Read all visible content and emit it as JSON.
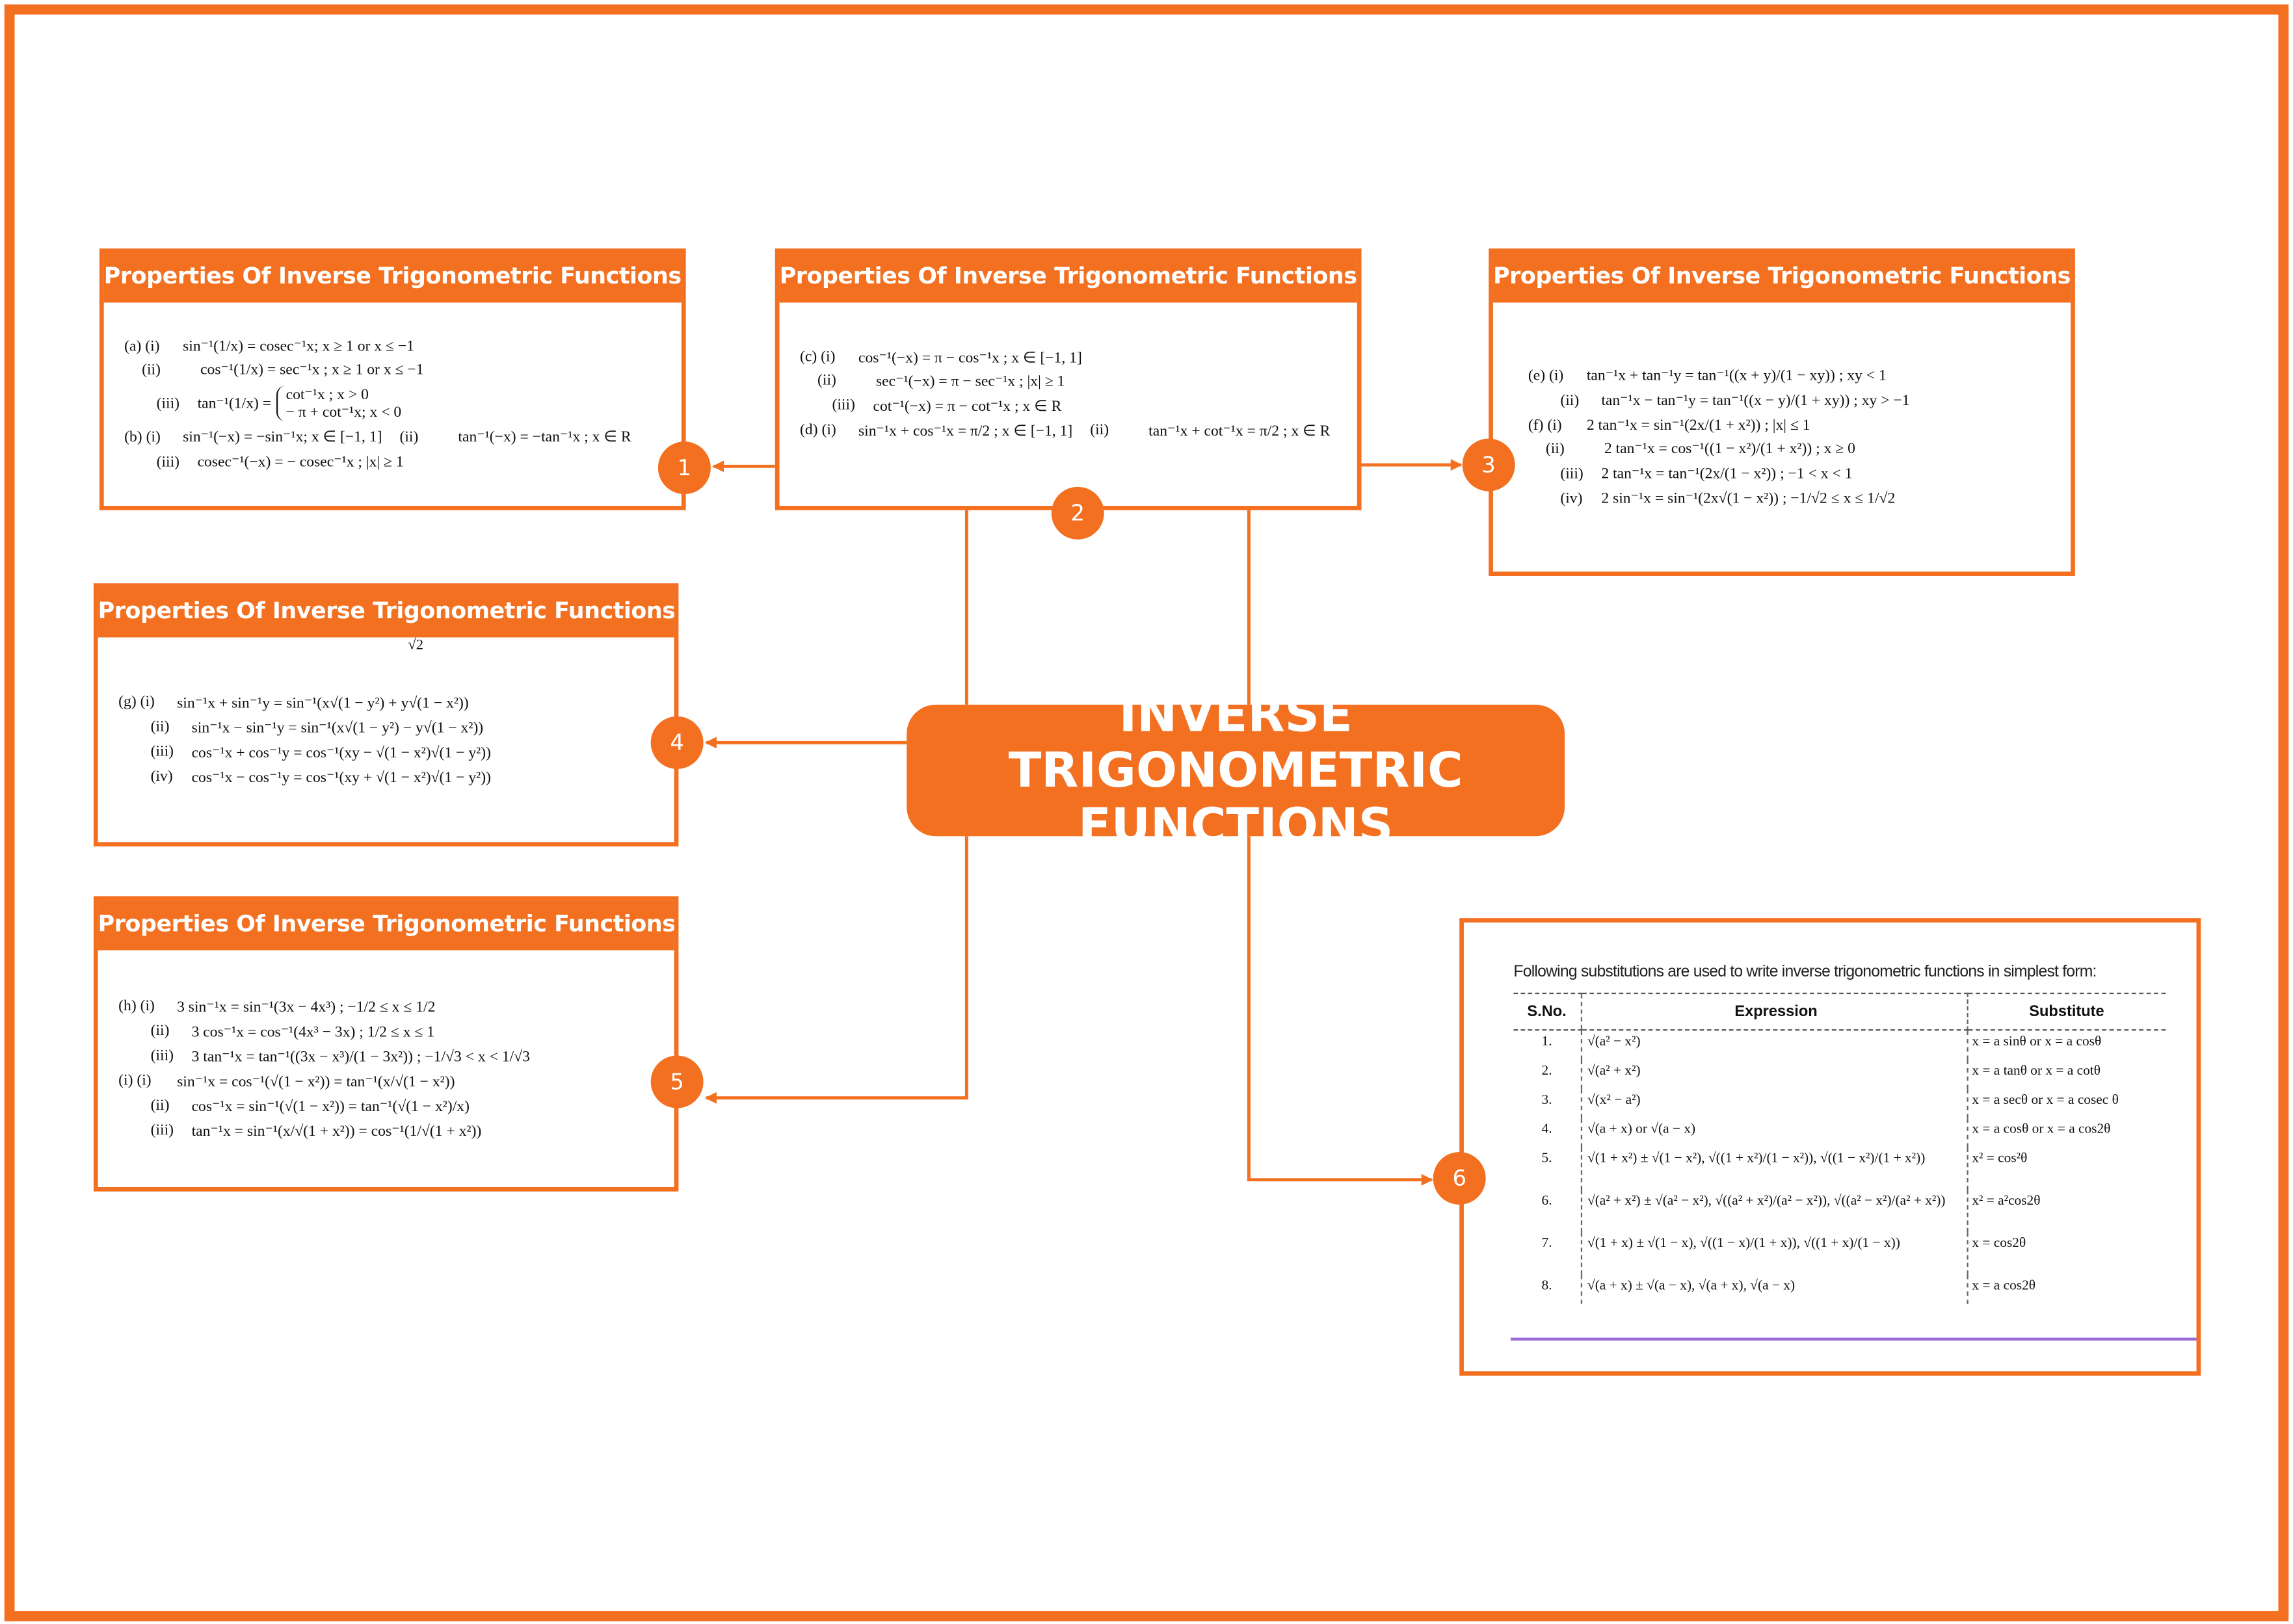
{
  "colors": {
    "accent": "#f37021",
    "line_purple": "#9b6cd6"
  },
  "center_title": "INVERSE TRIGONOMETRIC FUNCTIONS",
  "boxes": [
    {
      "id": "box-1",
      "badge": "1",
      "title": "Properties Of Inverse Trigonometric Functions",
      "rows": [
        [
          {
            "label": "(a) (i)",
            "formula": "sin⁻¹(1/x) = cosec⁻¹x; x ≥ 1 or x ≤ −1"
          },
          {
            "label": "(ii)",
            "formula": "cos⁻¹(1/x) = sec⁻¹x ; x ≥ 1 or x ≤ −1"
          }
        ],
        [
          {
            "label": "(iii)",
            "sub": true,
            "formula": "tan⁻¹(1/x) =",
            "cases": [
              "cot⁻¹x ; x > 0",
              "− π + cot⁻¹x; x < 0"
            ]
          }
        ],
        [
          {
            "label": "(b) (i)",
            "formula": "sin⁻¹(−x) = −sin⁻¹x; x ∈ [−1, 1]"
          },
          {
            "label": "(ii)",
            "formula": "tan⁻¹(−x) = −tan⁻¹x ; x ∈ R"
          }
        ],
        [
          {
            "label": "(iii)",
            "sub": true,
            "formula": "cosec⁻¹(−x) = − cosec⁻¹x ; |x| ≥ 1"
          }
        ]
      ]
    },
    {
      "id": "box-2",
      "badge": "2",
      "title": "Properties Of Inverse Trigonometric Functions",
      "rows": [
        [
          {
            "label": "(c) (i)",
            "formula": "cos⁻¹(−x) = π − cos⁻¹x ; x ∈ [−1, 1]"
          },
          {
            "label": "(ii)",
            "formula": "sec⁻¹(−x) = π − sec⁻¹x ; |x| ≥ 1"
          }
        ],
        [
          {
            "label": "(iii)",
            "sub": true,
            "formula": "cot⁻¹(−x) = π − cot⁻¹x ; x ∈ R"
          }
        ],
        [
          {
            "label": "(d) (i)",
            "formula": "sin⁻¹x + cos⁻¹x = π/2 ; x ∈ [−1, 1]"
          },
          {
            "label": "(ii)",
            "formula": "tan⁻¹x + cot⁻¹x = π/2 ; x ∈ R"
          }
        ]
      ]
    },
    {
      "id": "box-3",
      "badge": "3",
      "title": "Properties Of Inverse Trigonometric Functions",
      "rows": [
        [
          {
            "label": "(e) (i)",
            "formula": "tan⁻¹x + tan⁻¹y = tan⁻¹((x + y)/(1 − xy)) ; xy < 1"
          }
        ],
        [
          {
            "label": "(ii)",
            "sub": true,
            "formula": "tan⁻¹x − tan⁻¹y = tan⁻¹((x − y)/(1 + xy)) ; xy > −1"
          }
        ],
        [
          {
            "label": "(f) (i)",
            "formula": "2 tan⁻¹x = sin⁻¹(2x/(1 + x²)) ; |x| ≤ 1"
          },
          {
            "label": "(ii)",
            "formula": "2 tan⁻¹x = cos⁻¹((1 − x²)/(1 + x²)) ; x ≥ 0"
          }
        ],
        [
          {
            "label": "(iii)",
            "sub": true,
            "formula": "2 tan⁻¹x = tan⁻¹(2x/(1 − x²)) ; −1 < x < 1"
          }
        ],
        [
          {
            "label": "(iv)",
            "sub": true,
            "formula": "2 sin⁻¹x = sin⁻¹(2x√(1 − x²)) ; −1/√2 ≤ x ≤ 1/√2"
          }
        ]
      ]
    },
    {
      "id": "box-4",
      "badge": "4",
      "title": "Properties Of Inverse Trigonometric Functions",
      "stray": "√2",
      "rows": [
        [
          {
            "label": "(g) (i)",
            "formula": "sin⁻¹x + sin⁻¹y = sin⁻¹(x√(1 − y²) + y√(1 − x²))"
          }
        ],
        [
          {
            "label": "(ii)",
            "sub": true,
            "formula": "sin⁻¹x − sin⁻¹y = sin⁻¹(x√(1 − y²) − y√(1 − x²))"
          }
        ],
        [
          {
            "label": "(iii)",
            "sub": true,
            "formula": "cos⁻¹x + cos⁻¹y = cos⁻¹(xy − √(1 − x²)√(1 − y²))"
          }
        ],
        [
          {
            "label": "(iv)",
            "sub": true,
            "formula": "cos⁻¹x − cos⁻¹y = cos⁻¹(xy + √(1 − x²)√(1 − y²))"
          }
        ]
      ]
    },
    {
      "id": "box-5",
      "badge": "5",
      "title": "Properties Of Inverse Trigonometric Functions",
      "rows": [
        [
          {
            "label": "(h) (i)",
            "formula": "3 sin⁻¹x = sin⁻¹(3x − 4x³) ; −1/2 ≤ x ≤ 1/2"
          }
        ],
        [
          {
            "label": "(ii)",
            "sub": true,
            "formula": "3 cos⁻¹x = cos⁻¹(4x³ − 3x) ; 1/2 ≤ x ≤ 1"
          }
        ],
        [
          {
            "label": "(iii)",
            "sub": true,
            "formula": "3 tan⁻¹x = tan⁻¹((3x − x³)/(1 − 3x²)) ; −1/√3 < x < 1/√3"
          }
        ],
        [
          {
            "label": "(i) (i)",
            "formula": "sin⁻¹x = cos⁻¹(√(1 − x²)) = tan⁻¹(x/√(1 − x²))"
          }
        ],
        [
          {
            "label": "(ii)",
            "sub": true,
            "formula": "cos⁻¹x = sin⁻¹(√(1 − x²)) = tan⁻¹(√(1 − x²)/x)"
          }
        ],
        [
          {
            "label": "(iii)",
            "sub": true,
            "formula": "tan⁻¹x = sin⁻¹(x/√(1 + x²)) = cos⁻¹(1/√(1 + x²))"
          }
        ]
      ]
    }
  ],
  "substitutions": {
    "badge": "6",
    "intro": "Following substitutions are used to write inverse trigonometric functions in simplest form:",
    "headers": [
      "S.No.",
      "Expression",
      "Substitute"
    ],
    "rows": [
      [
        "1.",
        "√(a² − x²)",
        "x = a sinθ  or  x = a cosθ"
      ],
      [
        "2.",
        "√(a² + x²)",
        "x = a tanθ or x = a cotθ"
      ],
      [
        "3.",
        "√(x² − a²)",
        "x = a secθ  or x = a cosec θ"
      ],
      [
        "4.",
        "√(a + x)  or  √(a − x)",
        "x = a cosθ  or  x = a cos2θ"
      ],
      [
        "5.",
        "√(1 + x²) ± √(1 − x²), √((1 + x²)/(1 − x²)), √((1 − x²)/(1 + x²))",
        "x² = cos²θ"
      ],
      [
        "6.",
        "√(a² + x²) ± √(a² − x²), √((a² + x²)/(a² − x²)), √((a² − x²)/(a² + x²))",
        "x² = a²cos2θ"
      ],
      [
        "7.",
        "√(1 + x) ± √(1 − x), √((1 − x)/(1 + x)), √((1 + x)/(1 − x))",
        "x = cos2θ"
      ],
      [
        "8.",
        "√(a + x) ± √(a − x), √(a + x), √(a − x)",
        "x = a cos2θ"
      ]
    ]
  }
}
